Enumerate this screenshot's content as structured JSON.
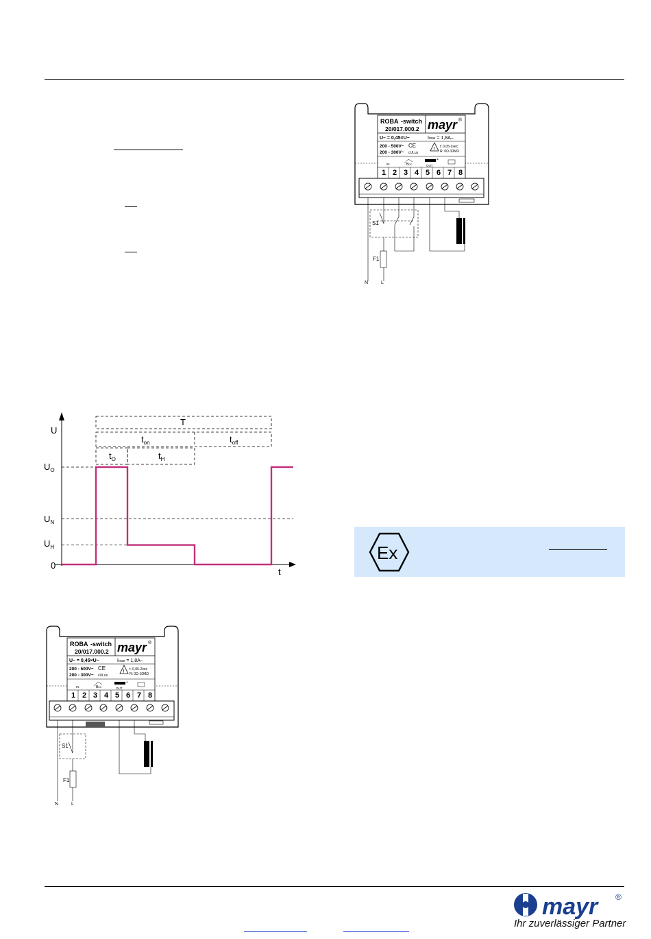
{
  "device": {
    "brand": "mayr",
    "reg": "®",
    "product": "ROBA",
    "product_suffix": "-switch",
    "model": "20/017.000.2",
    "u_formula": "U– = 0,45×U~",
    "imax_prefix": "I",
    "imax_sub": "max",
    "imax_value": " = 1,8A–",
    "v1": "200 - 500V~",
    "ce": "CE",
    "v2": "200 - 300V~",
    "ul": "cULus",
    "t_spec": "t: 0,05-2sec",
    "r_spec": "R: 0Ω-10MΩ",
    "warn": "!",
    "label_in": "IN",
    "label_b": "B",
    "label_b_sub": "DC",
    "label_out": "OUT",
    "plus": "+",
    "terminals": [
      "1",
      "2",
      "3",
      "4",
      "5",
      "6",
      "7",
      "8"
    ]
  },
  "wiring": {
    "s1": "S1",
    "f1": "F1",
    "n": "N",
    "l": "L"
  },
  "diagram": {
    "y_axis": "U",
    "x_axis": "t",
    "T": "T",
    "t_on": "t",
    "t_on_sub": "on",
    "t_off": "t",
    "t_off_sub": "off",
    "t_o": "t",
    "t_o_sub": "O",
    "t_h": "t",
    "t_h_sub": "H",
    "u_o": "U",
    "u_o_sub": "O",
    "u_n": "U",
    "u_n_sub": "N",
    "u_h": "U",
    "u_h_sub": "H",
    "zero": "0",
    "signal_color": "#c0307a",
    "signal": {
      "t_start": 0,
      "t_rise": 1,
      "t_drop": 2,
      "t_off": 4,
      "t_next": 6,
      "levels": {
        "U_O": 1.0,
        "U_N": 0.47,
        "U_H": 0.2,
        "zero": 0
      }
    }
  },
  "ex_box": {
    "symbol": "Ex",
    "bg": "#d6e8fb"
  },
  "footer": {
    "brand": "mayr",
    "reg": "®",
    "tagline": "Ihr zuverlässiger Partner",
    "brand_color": "#1a3f8f"
  }
}
